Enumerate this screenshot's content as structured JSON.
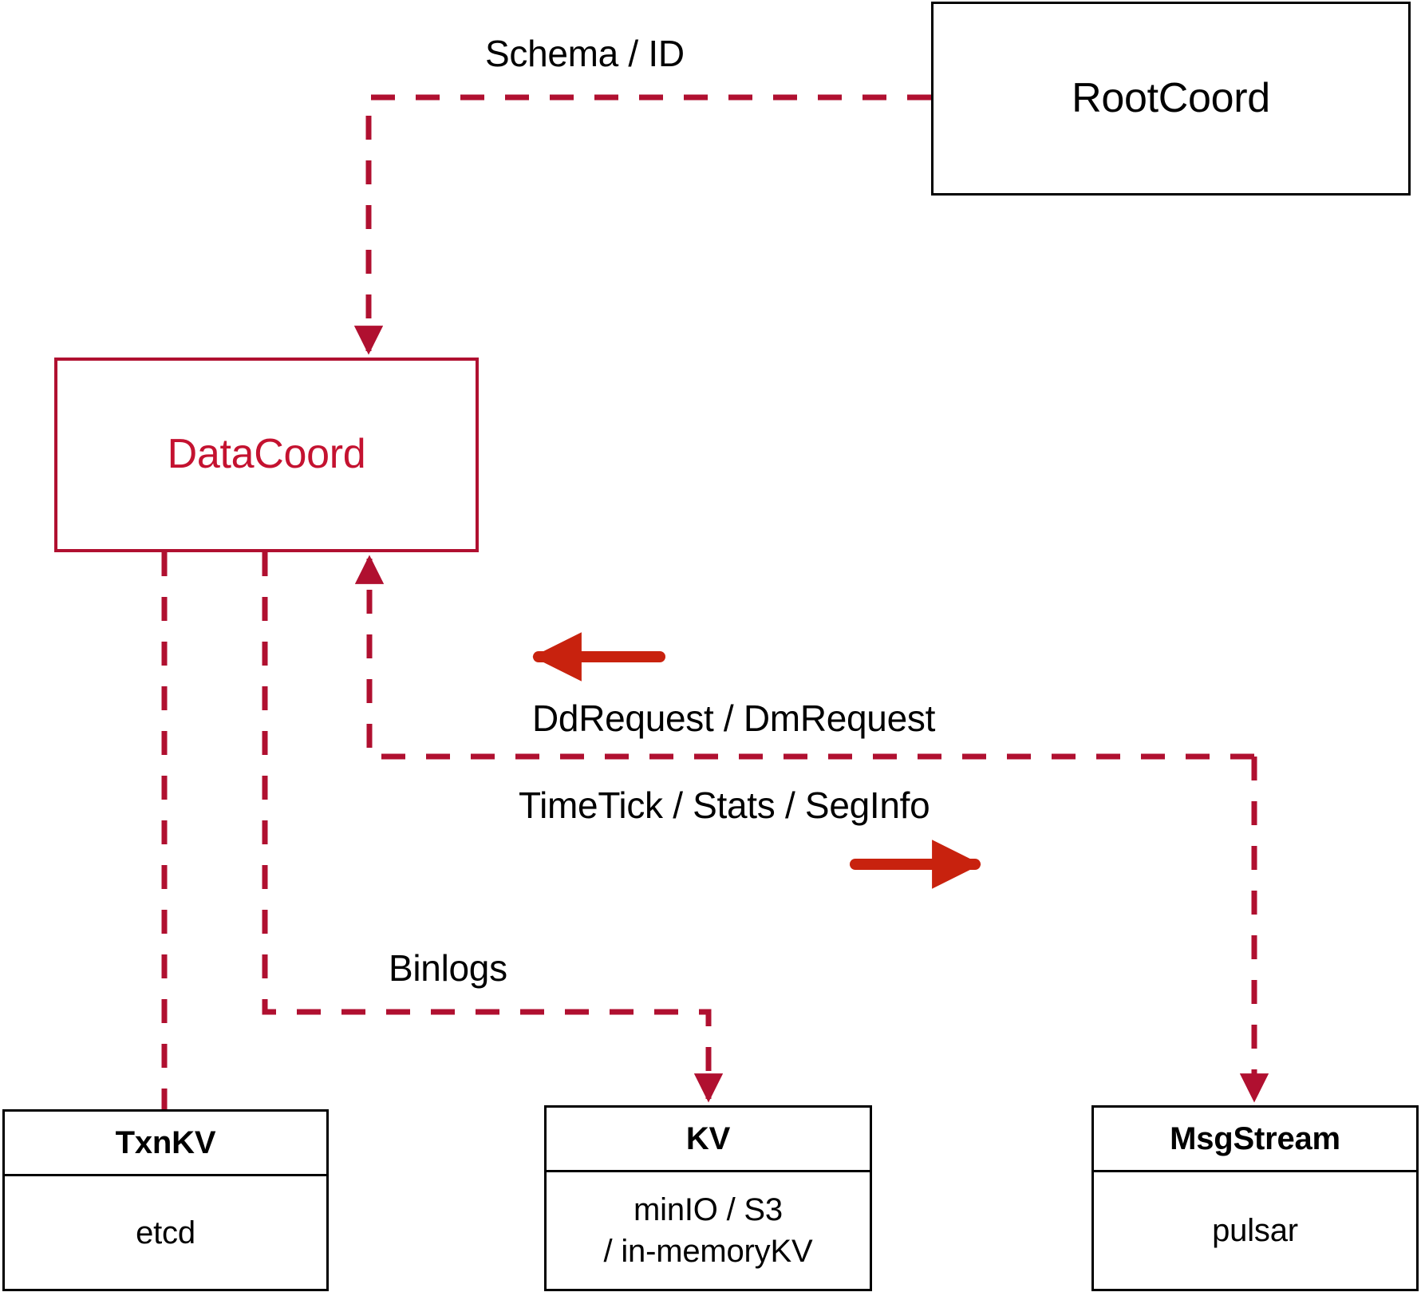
{
  "diagram": {
    "title": "DataCoord component interaction diagram",
    "colors": {
      "accent_red": "#C41230",
      "dash_red": "#B01030",
      "arrow_red": "#C8220E",
      "outline_black": "#000000",
      "background": "#FFFFFF"
    },
    "nodes": {
      "rootcoord": {
        "label": "RootCoord"
      },
      "datacoord": {
        "label": "DataCoord"
      },
      "txnkv": {
        "title": "TxnKV",
        "impl_line1": "etcd",
        "impl_line2": ""
      },
      "kv": {
        "title": "KV",
        "impl_line1": "minIO / S3",
        "impl_line2": "/ in-memoryKV"
      },
      "msgstream": {
        "title": "MsgStream",
        "impl_line1": "pulsar",
        "impl_line2": ""
      }
    },
    "edge_labels": {
      "schema_id": "Schema / ID",
      "dd_dm_request": "DdRequest / DmRequest",
      "timetick_stats_seginfo": "TimeTick / Stats / SegInfo",
      "binlogs": "Binlogs"
    },
    "edges": [
      {
        "from": "rootcoord",
        "to": "datacoord",
        "label": "Schema / ID",
        "style": "dashed",
        "arrow": "to"
      },
      {
        "from": "msgstream",
        "to": "datacoord",
        "label": "DdRequest / DmRequest",
        "style": "dashed",
        "arrow": "to",
        "direction_hint": "left"
      },
      {
        "from": "datacoord",
        "to": "msgstream",
        "label": "TimeTick / Stats / SegInfo",
        "style": "dashed",
        "arrow": "to",
        "direction_hint": "right"
      },
      {
        "from": "datacoord",
        "to": "kv",
        "label": "Binlogs",
        "style": "dashed",
        "arrow": "to"
      },
      {
        "from": "datacoord",
        "to": "txnkv",
        "label": "",
        "style": "dashed",
        "arrow": "none"
      }
    ]
  }
}
